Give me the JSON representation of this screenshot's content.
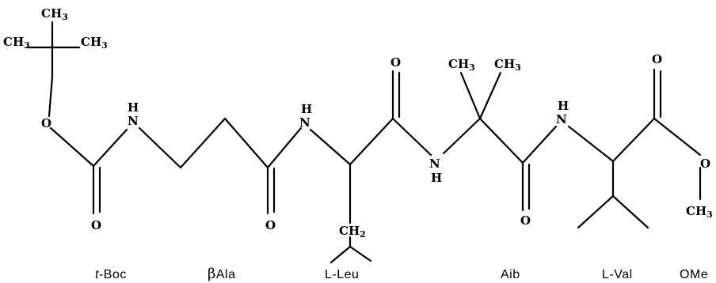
{
  "atoms": {
    "ch3_top": "CH",
    "ch3_left": "CH",
    "ch3_right": "CH",
    "ch3_aib_left": "CH",
    "ch3_aib_right": "CH",
    "ch3_ome": "CH",
    "ch2_leu": "CH",
    "sub3": "3",
    "sub2": "2",
    "o_ester": "O",
    "o_boc_carbonyl": "O",
    "o_bala_carbonyl": "O",
    "o_leu_carbonyl": "O",
    "o_aib_carbonyl": "O",
    "o_val_carbonyl": "O",
    "o_ome": "O",
    "n1": "N",
    "n2": "N",
    "n3": "N",
    "n4": "N",
    "h1": "H",
    "h2": "H",
    "h3": "H",
    "h4": "H"
  },
  "residues": {
    "tboc_prefix": "t",
    "tboc_rest": "-Boc",
    "bala_beta": "β",
    "bala_rest": "Ala",
    "leu": "L-Leu",
    "aib": "Aib",
    "val": "L-Val",
    "ome": "OMe"
  }
}
